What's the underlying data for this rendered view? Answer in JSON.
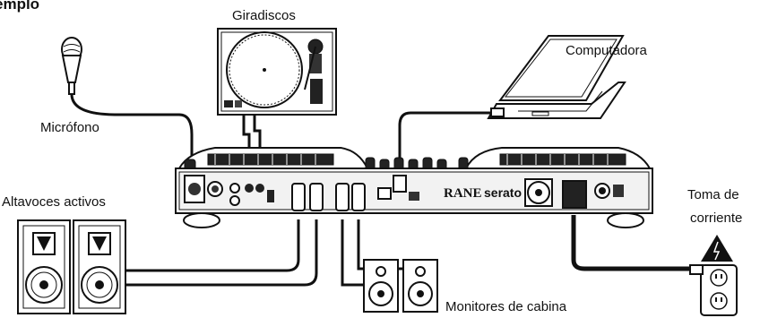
{
  "section_title": "emplo",
  "labels": {
    "turntable": "Giradiscos",
    "computer": "Computadora",
    "microphone": "Micrófono",
    "active_speakers": "Altavoces activos",
    "outlet_line1": "Toma de",
    "outlet_line2": "corriente",
    "booth_monitors": "Monitores de cabina"
  },
  "brand": {
    "rane": "RANE",
    "serato": "serato"
  },
  "colors": {
    "line": "#111111",
    "fill": "#ffffff",
    "panel": "#e9e9e9",
    "dark": "#1a1a1a"
  }
}
